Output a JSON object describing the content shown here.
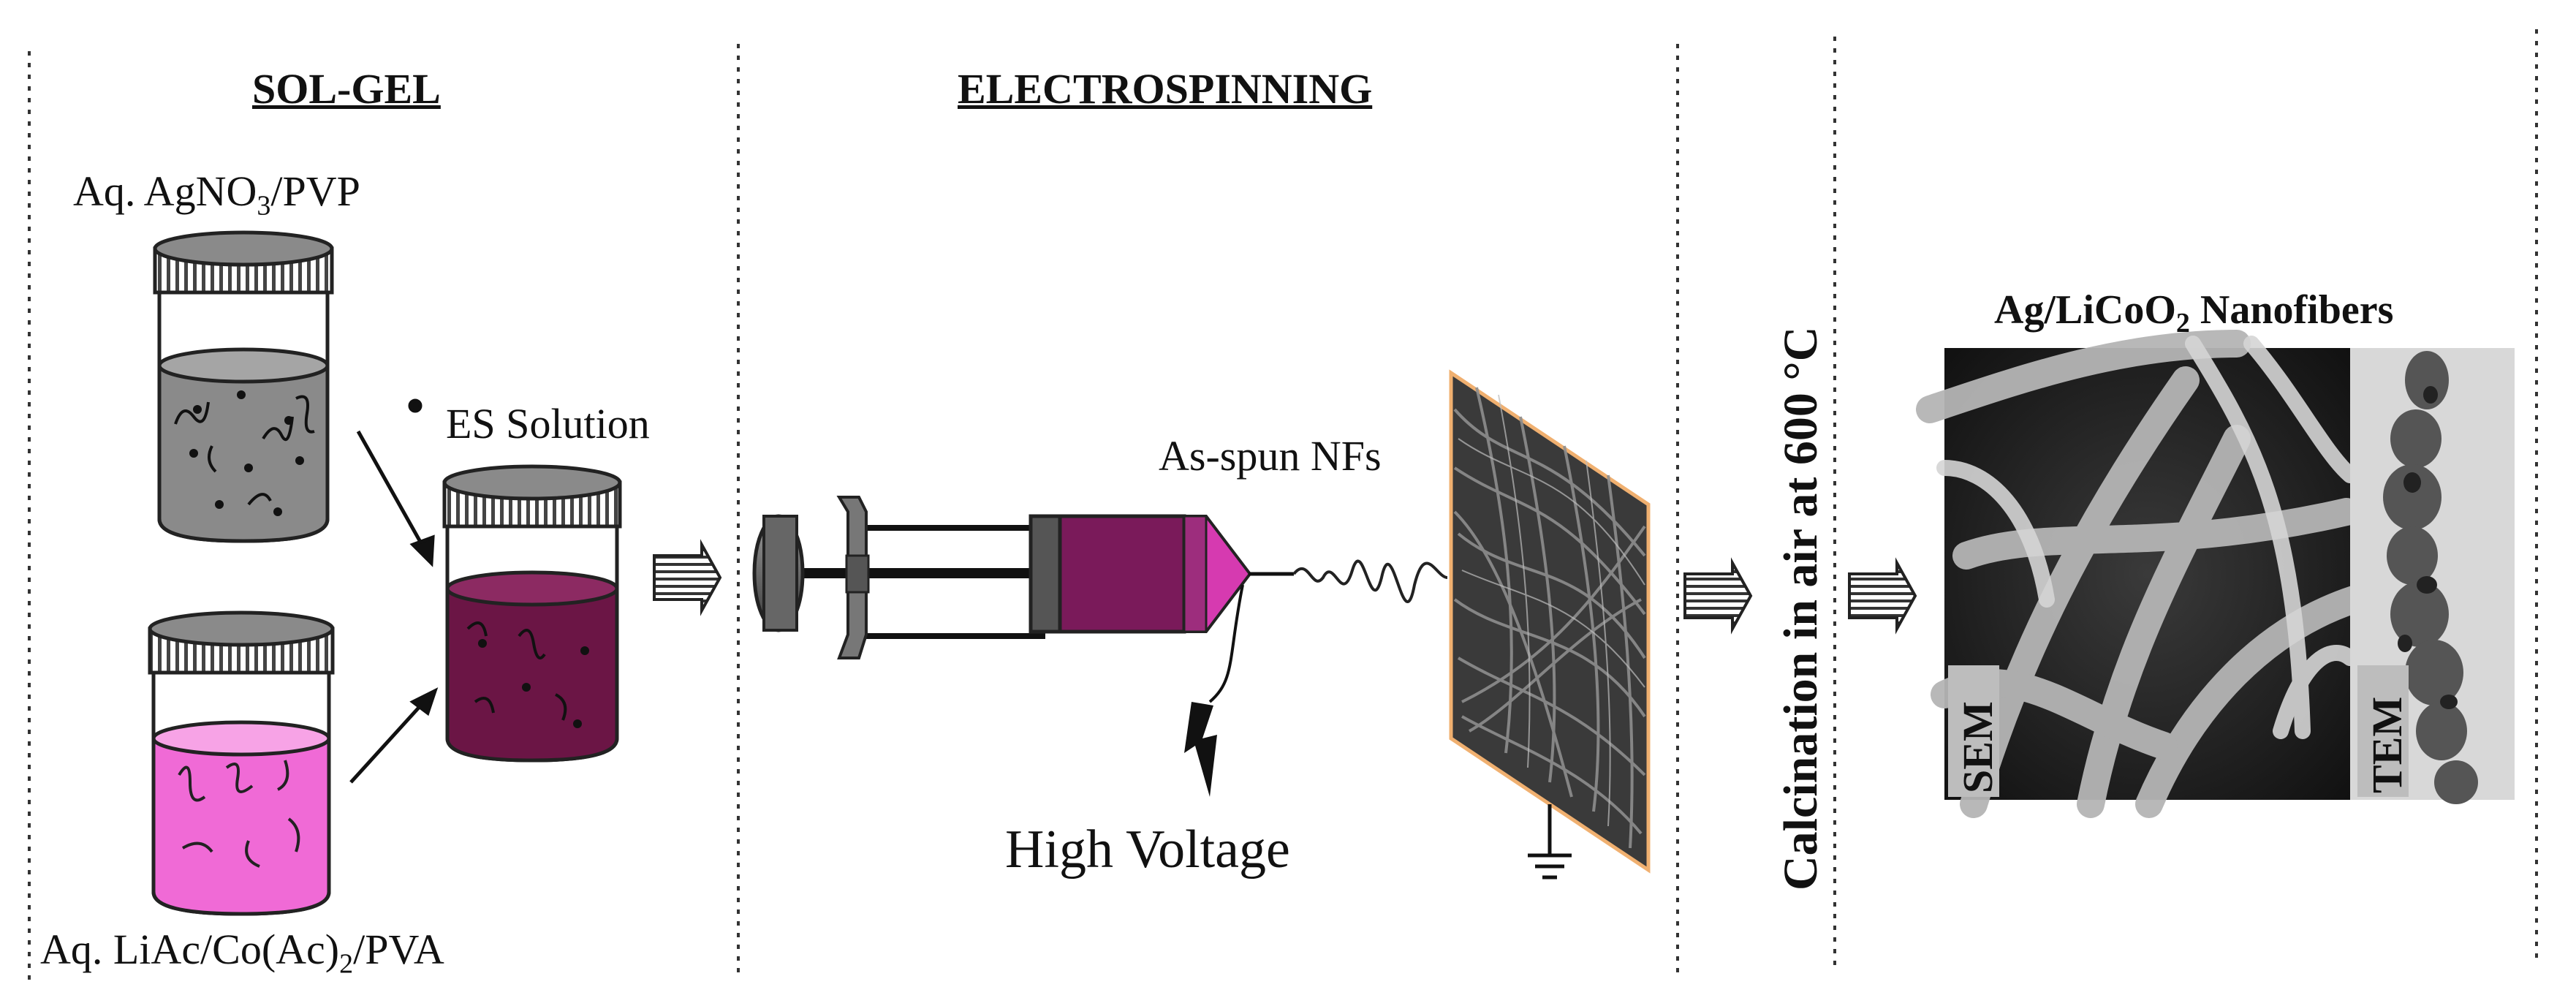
{
  "sections": {
    "sol_gel": "SOL-GEL",
    "electrospinning": "ELECTROSPINNING"
  },
  "labels": {
    "agno3_prefix": "Aq. AgNO",
    "agno3_sub": "3",
    "agno3_suffix": "/PVP",
    "es_solution": "ES Solution",
    "liac_prefix": "Aq. LiAc/Co(Ac)",
    "liac_sub": "2",
    "liac_suffix": "/PVA",
    "as_spun": "As-spun NFs",
    "high_voltage": "High Voltage",
    "calcination": "Calcination in air at 600 °C",
    "product_prefix": "Ag/LiCoO",
    "product_sub": "2",
    "product_suffix": " Nanofibers",
    "sem": "SEM",
    "tem": "TEM"
  },
  "colors": {
    "gray_solution": "#8a8a8a",
    "pink_solution": "#f06ad6",
    "purple_solution": "#6b1545",
    "syringe_purple": "#7a1a5a",
    "needle_tip": "#d63ab0",
    "collector_border": "#f0b070"
  }
}
